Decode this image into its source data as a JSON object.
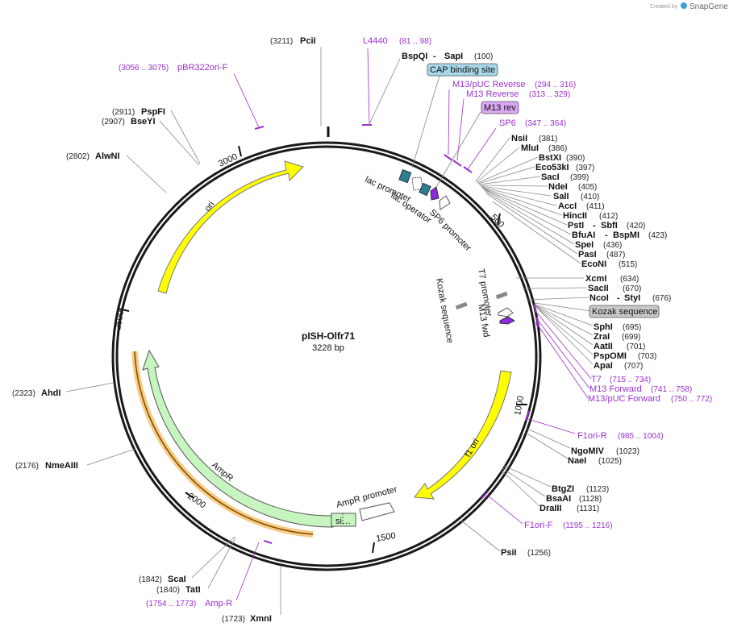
{
  "watermark": {
    "created_by": "Created by",
    "brand": "SnapGene"
  },
  "plasmid": {
    "name": "pISH-Olfr71",
    "length_label": "3228 bp",
    "length": 3228
  },
  "ticks": [
    {
      "bp": 500,
      "label": "500"
    },
    {
      "bp": 1000,
      "label": "1000"
    },
    {
      "bp": 1500,
      "label": "1500"
    },
    {
      "bp": 2000,
      "label": "2000"
    },
    {
      "bp": 2500,
      "label": "2500"
    },
    {
      "bp": 3000,
      "label": "3000"
    }
  ],
  "enzymes": [
    {
      "name": "PciI",
      "pos": "(3211)"
    },
    {
      "name": "BspQI",
      "name2": "SapI",
      "pos": "(100)"
    },
    {
      "name": "NsiI",
      "pos": "(381)"
    },
    {
      "name": "MluI",
      "pos": "(386)"
    },
    {
      "name": "BstXI",
      "pos": "(390)"
    },
    {
      "name": "Eco53kI",
      "pos": "(397)"
    },
    {
      "name": "SacI",
      "pos": "(399)"
    },
    {
      "name": "NdeI",
      "pos": "(405)"
    },
    {
      "name": "SalI",
      "pos": "(410)"
    },
    {
      "name": "AccI",
      "pos": "(411)"
    },
    {
      "name": "HincII",
      "pos": "(412)"
    },
    {
      "name": "PstI",
      "name2": "SbfI",
      "pos": "(420)"
    },
    {
      "name": "BfuAI",
      "name2": "BspMI",
      "pos": "(423)"
    },
    {
      "name": "SpeI",
      "pos": "(436)"
    },
    {
      "name": "PasI",
      "pos": "(487)"
    },
    {
      "name": "EcoNI",
      "pos": "(515)"
    },
    {
      "name": "XcmI",
      "pos": "(634)"
    },
    {
      "name": "SacII",
      "pos": "(670)"
    },
    {
      "name": "NcoI",
      "name2": "StyI",
      "pos": "(676)"
    },
    {
      "name": "SphI",
      "pos": "(695)"
    },
    {
      "name": "ZraI",
      "pos": "(699)"
    },
    {
      "name": "AatII",
      "pos": "(701)"
    },
    {
      "name": "PspOMI",
      "pos": "(703)"
    },
    {
      "name": "ApaI",
      "pos": "(707)"
    },
    {
      "name": "NgoMIV",
      "pos": "(1023)"
    },
    {
      "name": "NaeI",
      "pos": "(1025)"
    },
    {
      "name": "BtgZI",
      "pos": "(1123)"
    },
    {
      "name": "BsaAI",
      "pos": "(1128)"
    },
    {
      "name": "DraIII",
      "pos": "(1131)"
    },
    {
      "name": "PsiI",
      "pos": "(1256)"
    },
    {
      "name": "XmnI",
      "pos": "(1723)"
    },
    {
      "name": "TatI",
      "pos": "(1840)"
    },
    {
      "name": "ScaI",
      "pos": "(1842)"
    },
    {
      "name": "NmeAIII",
      "pos": "(2176)"
    },
    {
      "name": "AhdI",
      "pos": "(2323)"
    },
    {
      "name": "AlwNI",
      "pos": "(2802)"
    },
    {
      "name": "BseYI",
      "pos": "(2907)"
    },
    {
      "name": "PspFI",
      "pos": "(2911)"
    }
  ],
  "primers": [
    {
      "name": "L4440",
      "range": "(81 .. 98)"
    },
    {
      "name": "M13/pUC Reverse",
      "range": "(294 .. 316)"
    },
    {
      "name": "M13 Reverse",
      "range": "(313 .. 329)"
    },
    {
      "name": "M13 rev",
      "range": ""
    },
    {
      "name": "SP6",
      "range": "(347 .. 364)"
    },
    {
      "name": "T7",
      "range": "(715 .. 734)"
    },
    {
      "name": "M13 Forward",
      "range": "(741 .. 758)"
    },
    {
      "name": "M13/pUC Forward",
      "range": "(750 .. 772)"
    },
    {
      "name": "F1ori-R",
      "range": "(985 .. 1004)"
    },
    {
      "name": "F1ori-F",
      "range": "(1195 .. 1216)"
    },
    {
      "name": "Amp-R",
      "range": "(1754 .. 1773)"
    },
    {
      "name": "pBR322ori-F",
      "range": "(3056 .. 3075)"
    }
  ],
  "features": [
    {
      "name": "CAP binding site",
      "color": "#a8d8e8"
    },
    {
      "name": "lac promoter",
      "color": "#ffffff"
    },
    {
      "name": "lac operator",
      "color": "#2e7f8f"
    },
    {
      "name": "SP6 promoter",
      "color": "#ffffff"
    },
    {
      "name": "T7 promoter",
      "color": "#ffffff"
    },
    {
      "name": "M13 fwd",
      "color": "#8a2be2"
    },
    {
      "name": "Kozak sequence",
      "color": "#b0b0b0"
    },
    {
      "name": "f1 ori",
      "color": "#ffff00"
    },
    {
      "name": "AmpR promoter",
      "color": "#ffffff"
    },
    {
      "name": "AmpR",
      "color": "#c6f5c0"
    },
    {
      "name": "si…",
      "color": "#c6f5c0"
    },
    {
      "name": "ori",
      "color": "#ffff00"
    }
  ],
  "colors": {
    "primer": "#9b30d0",
    "ring": "#1a1a1a",
    "orf_highlight": "#f5b95b"
  }
}
